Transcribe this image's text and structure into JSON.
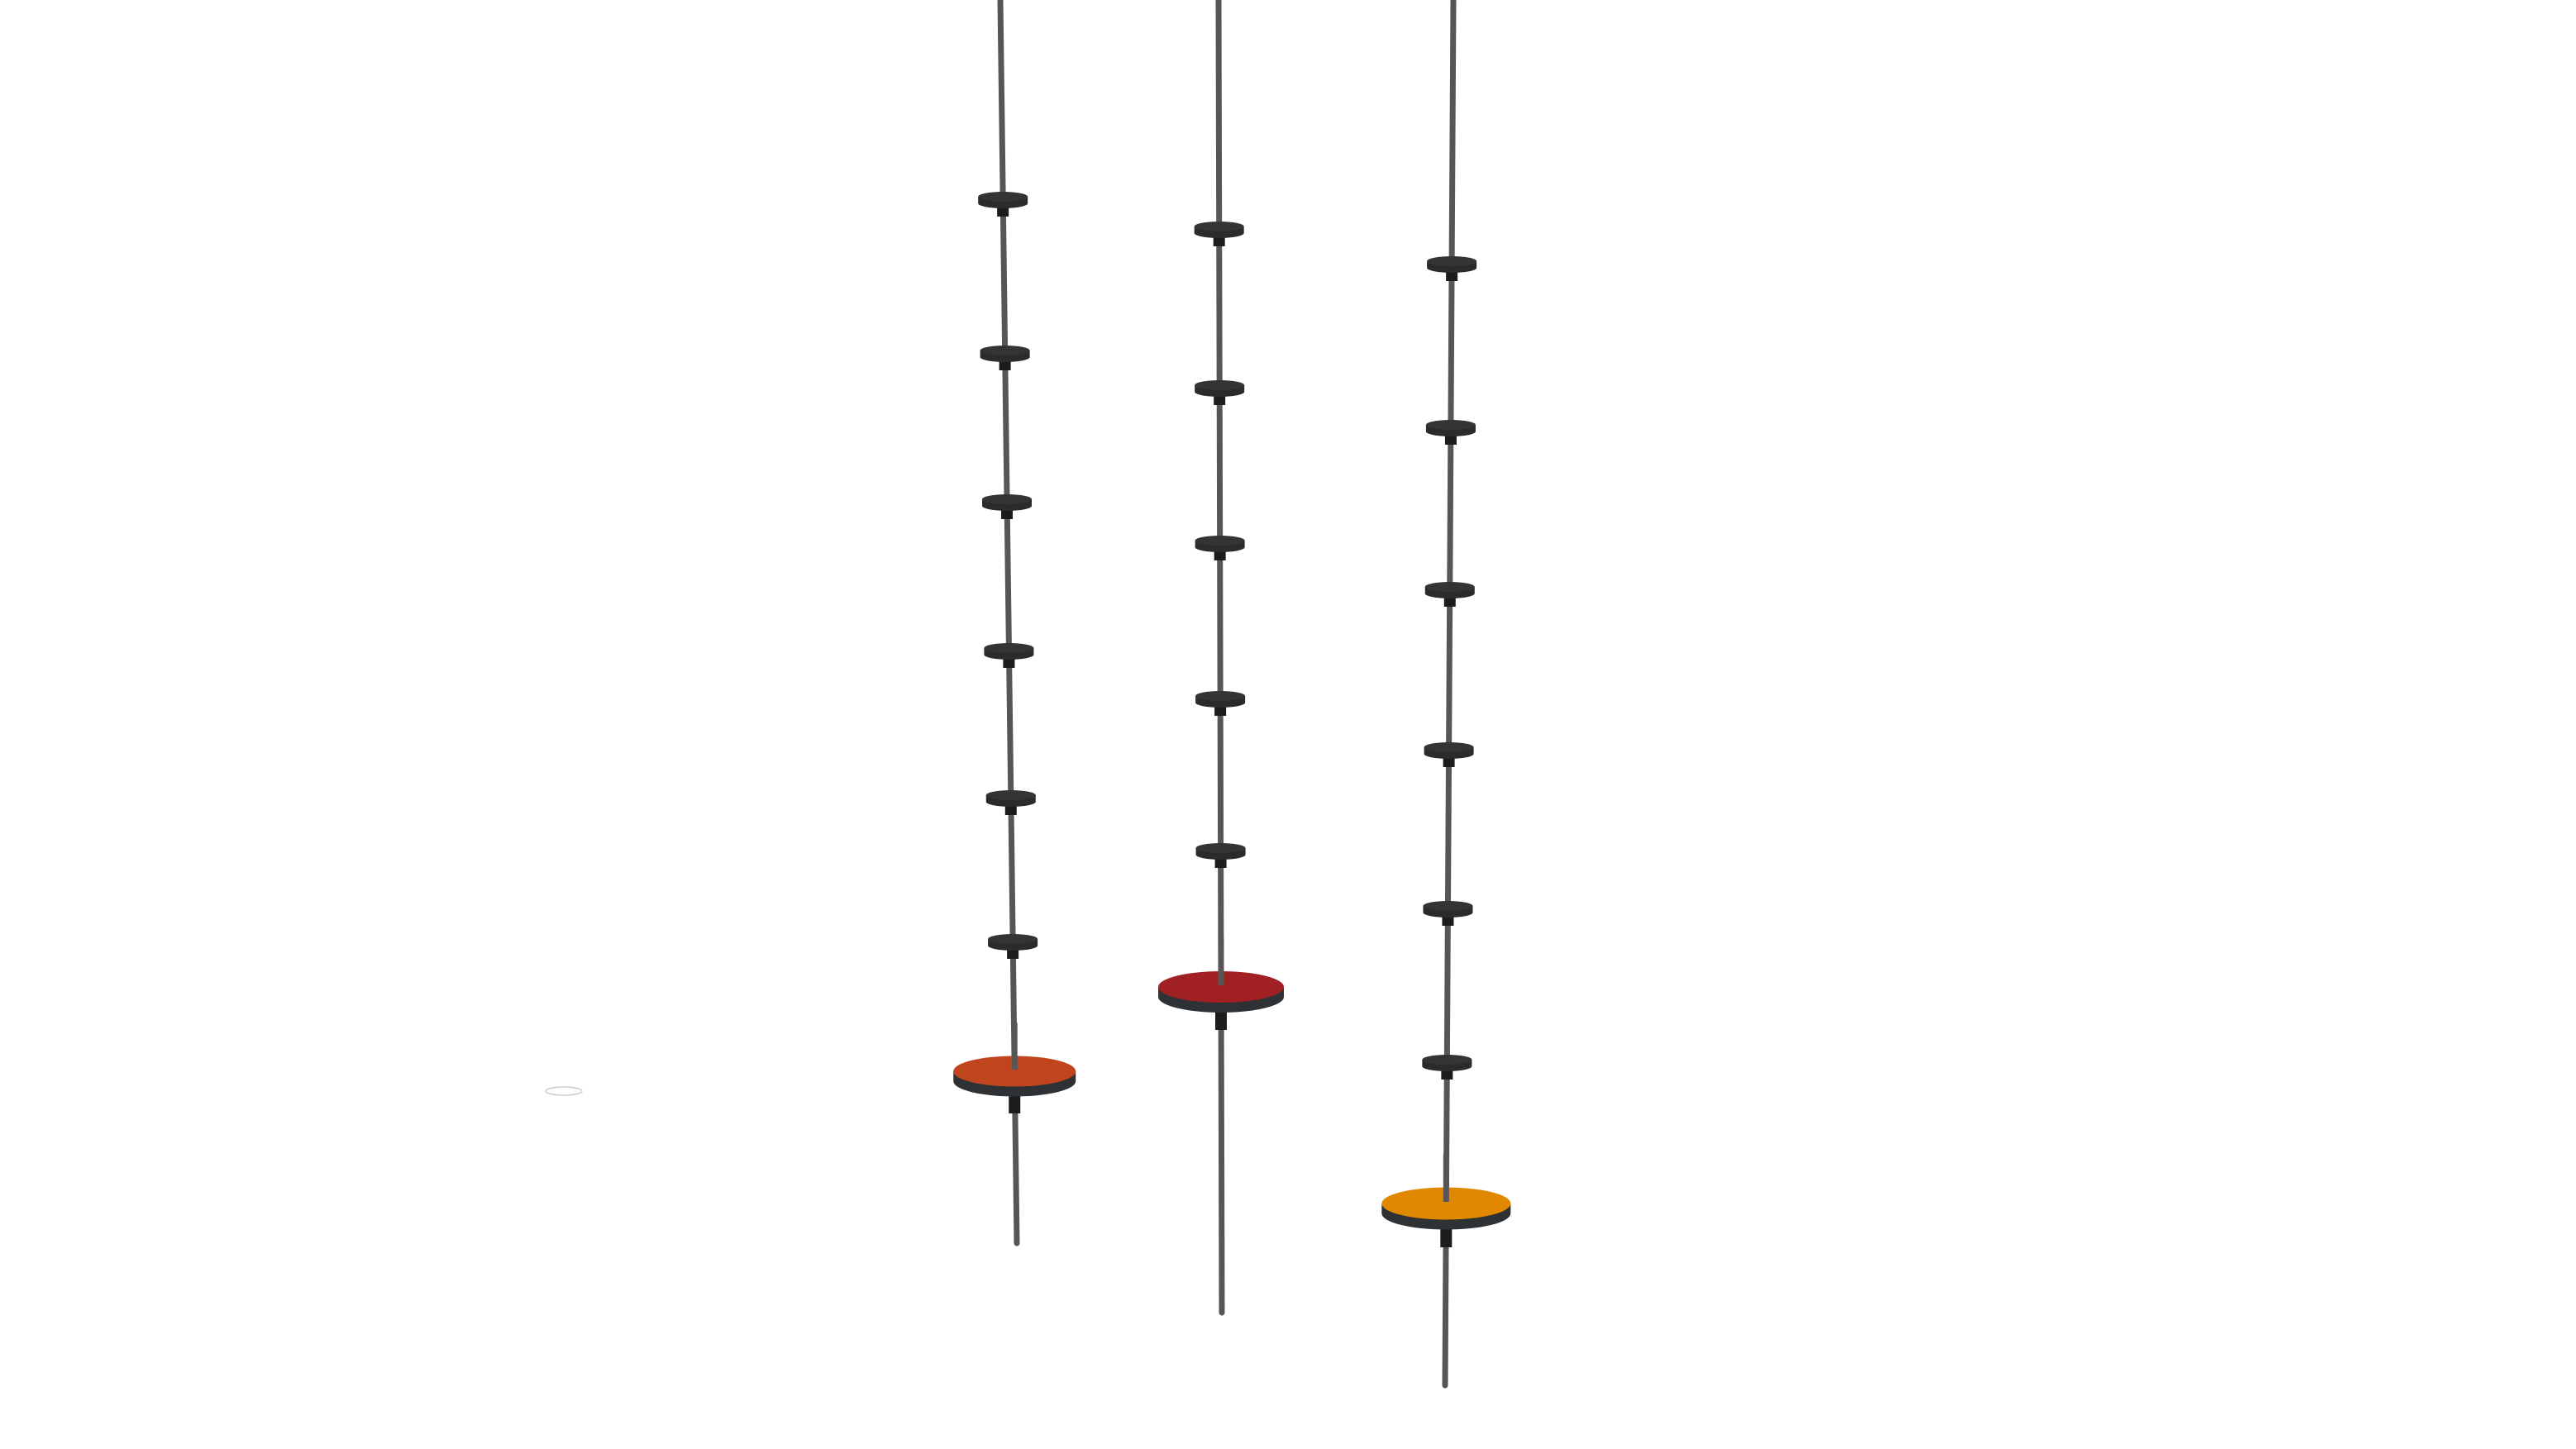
{
  "scene": {
    "background": "#ffffff",
    "colors": {
      "rod": "#565656",
      "spacer": "#2a2b2c",
      "disc_edge": "#2e3235"
    },
    "rods": [
      {
        "small_disc_count": 6,
        "colored_disc_color": "#c0451e"
      },
      {
        "small_disc_count": 5,
        "colored_disc_color": "#a02024"
      },
      {
        "small_disc_count": 6,
        "colored_disc_color": "#df8800"
      }
    ]
  }
}
